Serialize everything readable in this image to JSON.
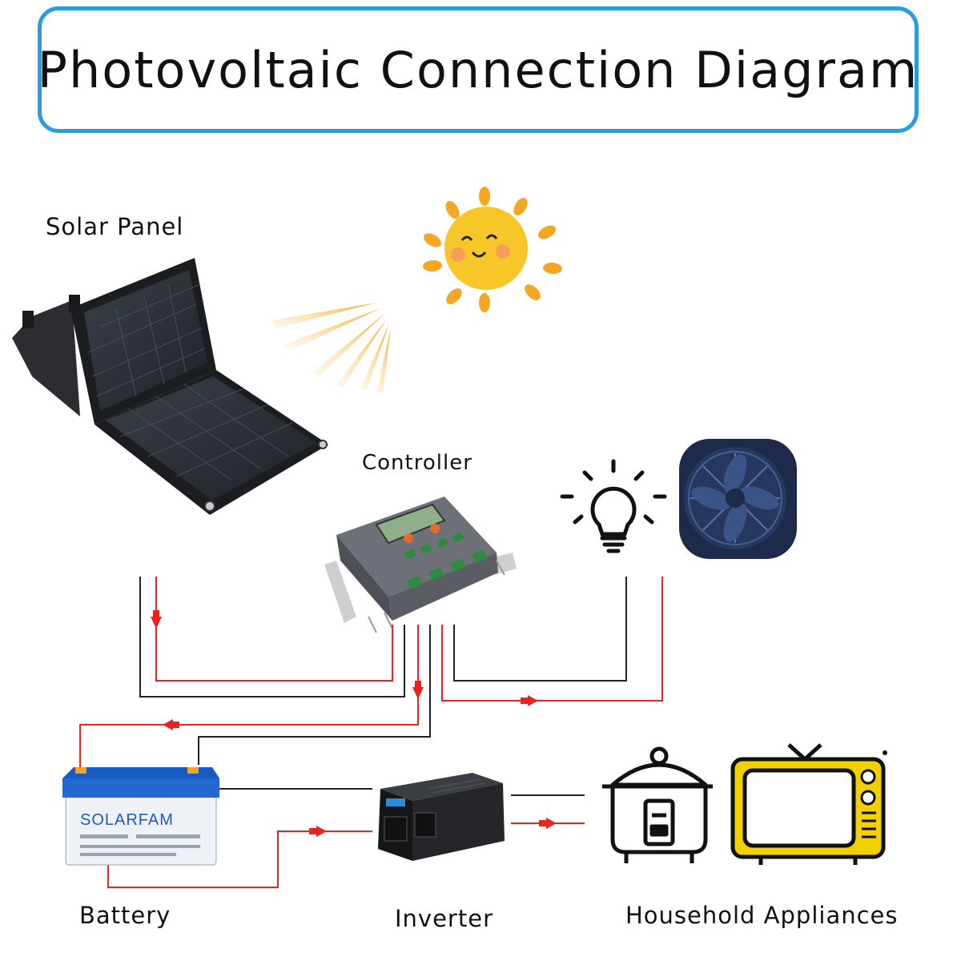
{
  "title": "Photovoltaic Connection Diagram",
  "labels": {
    "solar_panel": "Solar Panel",
    "controller": "Controller",
    "battery": "Battery",
    "inverter": "Inverter",
    "appliances": "Household Appliances"
  },
  "battery_brand": "SOLARFAM",
  "colors": {
    "title_border": "#2a9de0",
    "positive_wire": "#e8241c",
    "negative_wire": "#222222",
    "sun": "#f7c72a",
    "sun_rays": "#f5a623",
    "tv": "#f2d000",
    "fan": "#1e2a4a"
  },
  "icons": [
    "solar-panel-icon",
    "sun-icon",
    "controller-icon",
    "light-bulb-icon",
    "fan-icon",
    "battery-icon",
    "inverter-icon",
    "rice-cooker-icon",
    "tv-icon"
  ]
}
